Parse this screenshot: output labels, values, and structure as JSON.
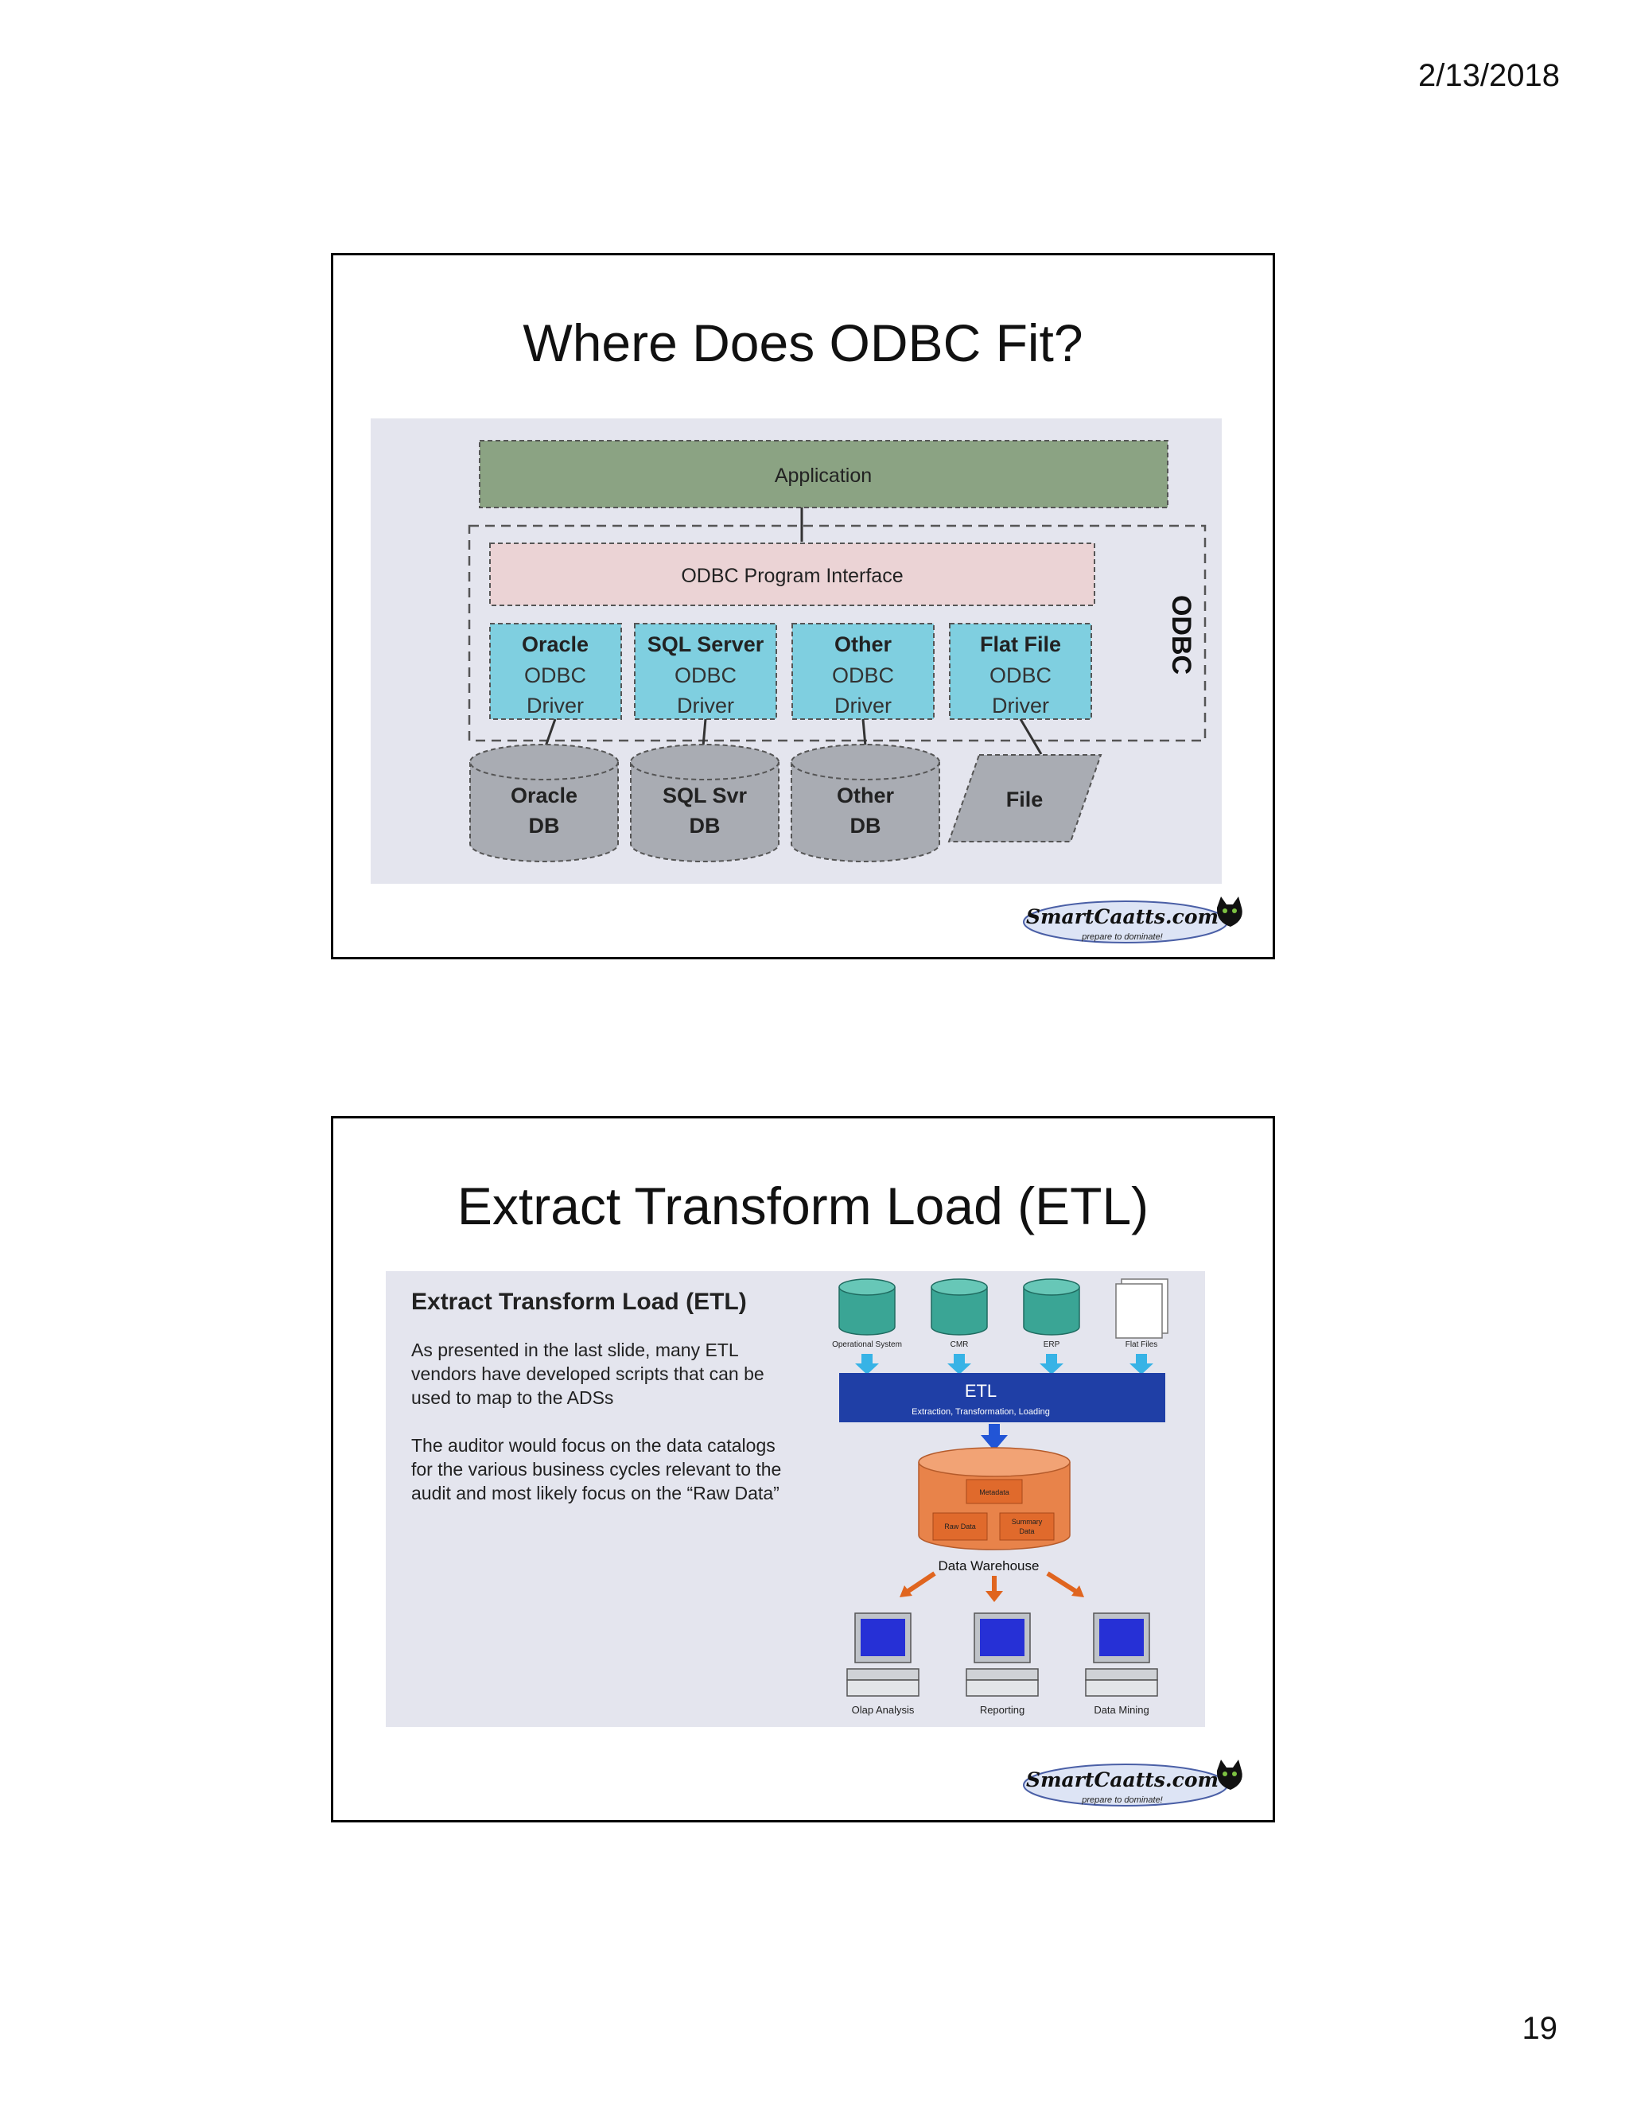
{
  "header": {
    "date": "2/13/2018"
  },
  "footer": {
    "page_number": "19"
  },
  "slide1": {
    "title": "Where Does ODBC Fit?",
    "diagram": {
      "application": "Application",
      "program_interface": "ODBC Program Interface",
      "side_label": "ODBC",
      "drivers": [
        {
          "name": "Oracle",
          "line2": "ODBC",
          "line3": "Driver"
        },
        {
          "name": "SQL Server",
          "line2": "ODBC",
          "line3": "Driver"
        },
        {
          "name": "Other",
          "line2": "ODBC",
          "line3": "Driver"
        },
        {
          "name": "Flat File",
          "line2": "ODBC",
          "line3": "Driver"
        }
      ],
      "stores": [
        {
          "line1": "Oracle",
          "line2": "DB"
        },
        {
          "line1": "SQL Svr",
          "line2": "DB"
        },
        {
          "line1": "Other",
          "line2": "DB"
        },
        {
          "line1": "File",
          "line2": ""
        }
      ]
    },
    "logo": {
      "name": "SmartCaatts.com",
      "tagline": "prepare to dominate!"
    }
  },
  "slide2": {
    "title": "Extract Transform Load (ETL)",
    "panel_heading": "Extract Transform Load (ETL)",
    "paragraphs": [
      "As presented in the last slide, many ETL vendors have developed scripts that can be used to map to the ADSs",
      "The auditor would focus on the data catalogs for the various business cycles relevant to the audit  and most likely focus on the “Raw Data”"
    ],
    "diagram": {
      "sources": [
        "Operational System",
        "CMR",
        "ERP",
        "Flat Files"
      ],
      "etl_label": "ETL",
      "etl_sub": "Extraction, Transformation, Loading",
      "warehouse_parts": [
        "Metadata",
        "Raw Data",
        "Summary",
        "Data"
      ],
      "warehouse_label": "Data Warehouse",
      "outputs": [
        "Olap Analysis",
        "Reporting",
        "Data Mining"
      ]
    },
    "logo": {
      "name": "SmartCaatts.com",
      "tagline": "prepare to dominate!"
    }
  }
}
